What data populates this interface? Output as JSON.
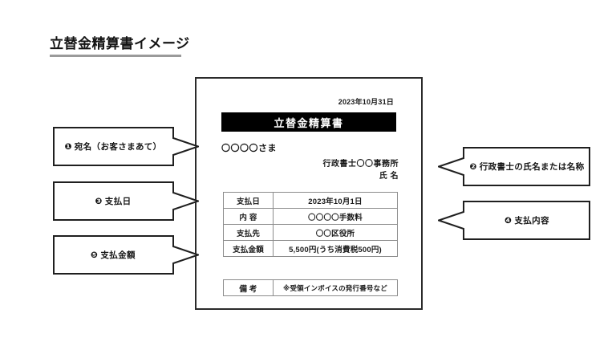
{
  "page": {
    "title": "立替金精算書イメージ"
  },
  "document": {
    "date": "2023年10月31日",
    "header_title": "立替金精算書",
    "recipient": "〇〇〇〇さま",
    "issuer_office": "行政書士〇〇事務所",
    "issuer_name": "氏 名",
    "payment_table": {
      "rows": [
        {
          "label": "支払日",
          "value": "2023年10月1日"
        },
        {
          "label": "内 容",
          "value": "〇〇〇〇手数料"
        },
        {
          "label": "支払先",
          "value": "〇〇区役所"
        },
        {
          "label": "支払金額",
          "value": "5,500円(うち消費税500円)"
        }
      ]
    },
    "remarks_table": {
      "rows": [
        {
          "label": "備 考",
          "value": "※受領インボイスの発行番号など"
        }
      ]
    }
  },
  "callouts": {
    "left": [
      {
        "marker": "❶",
        "label": "宛名（お客さまあて）"
      },
      {
        "marker": "❸",
        "label": "支払日"
      },
      {
        "marker": "❺",
        "label": "支払金額"
      }
    ],
    "right": [
      {
        "marker": "❷",
        "label": "行政書士の氏名または名称"
      },
      {
        "marker": "❹",
        "label": "支払内容"
      }
    ]
  },
  "colors": {
    "header_bar_bg": "#000000",
    "header_bar_text": "#ffffff",
    "frame_stroke": "#2b2b2b",
    "table_stroke": "#8c8c8c",
    "title_rule": "#9a9a9a",
    "page_bg": "#ffffff"
  }
}
